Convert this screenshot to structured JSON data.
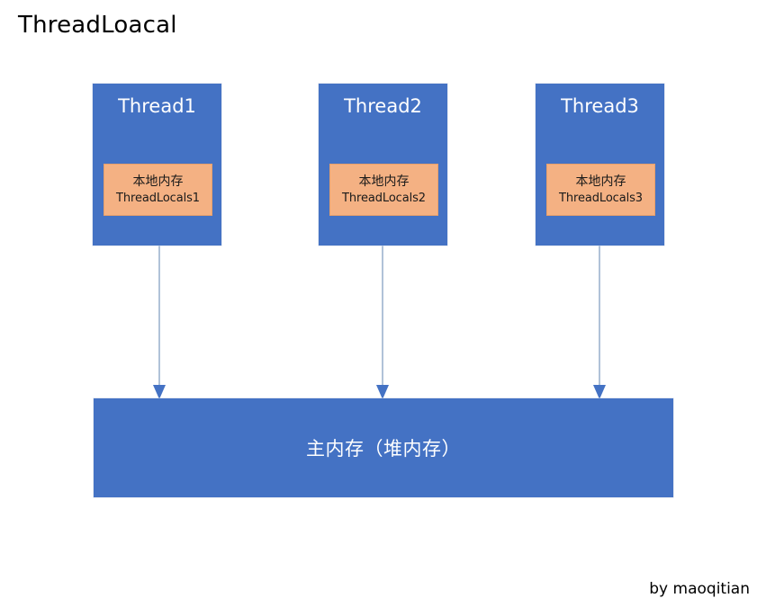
{
  "diagram": {
    "title": "ThreadLoacal",
    "credit": "by maoqitian",
    "colors": {
      "thread_fill": "#4472C4",
      "local_memory_fill": "#F4B183",
      "local_memory_border": "#E8A06A",
      "arrow_line": "#8FA8C8",
      "arrow_head": "#4472C4",
      "background": "#FFFFFF",
      "title_text": "#000000",
      "box_text": "#FFFFFF"
    },
    "threads": [
      {
        "id": "thread1",
        "title": "Thread1",
        "local_memory": {
          "cn_label": "本地内存",
          "en_label": "ThreadLocals1"
        }
      },
      {
        "id": "thread2",
        "title": "Thread2",
        "local_memory": {
          "cn_label": "本地内存",
          "en_label": "ThreadLocals2"
        }
      },
      {
        "id": "thread3",
        "title": "Thread3",
        "local_memory": {
          "cn_label": "本地内存",
          "en_label": "ThreadLocals3"
        }
      }
    ],
    "main_memory": {
      "label": "主内存（堆内存）"
    },
    "connections": [
      {
        "from": "thread1",
        "to": "main-memory",
        "style": "arrow-down"
      },
      {
        "from": "thread2",
        "to": "main-memory",
        "style": "arrow-down"
      },
      {
        "from": "thread3",
        "to": "main-memory",
        "style": "arrow-down"
      }
    ]
  }
}
